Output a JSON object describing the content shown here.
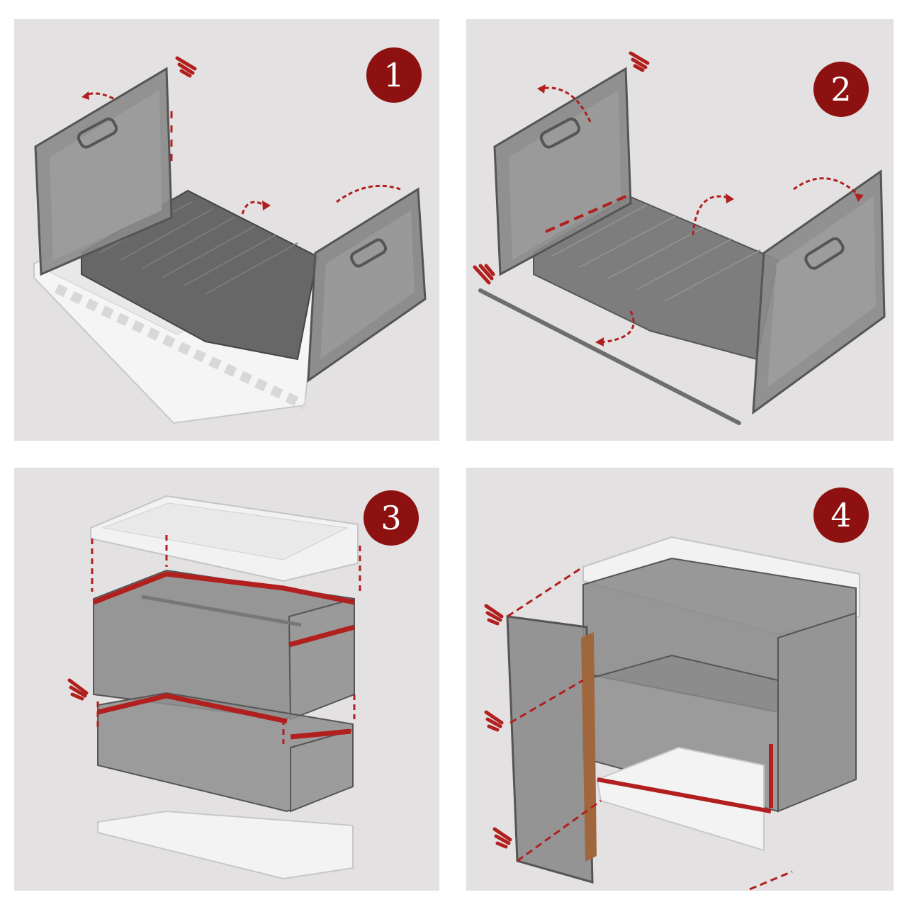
{
  "colors": {
    "badge": "#8e1111",
    "panel_bg": "#e3e1e1",
    "accent_red": "#b1201e",
    "board_gray": "#8a8a8a",
    "board_dark": "#5e5e5e",
    "base_white": "#f4f4f4",
    "pole_brown": "#a0673d"
  },
  "steps": [
    {
      "number": "1"
    },
    {
      "number": "2"
    },
    {
      "number": "3"
    },
    {
      "number": "4"
    }
  ],
  "icons": {
    "arrow": "dashed-curved-arrow-icon",
    "motion": "click-motion-lines-icon"
  }
}
